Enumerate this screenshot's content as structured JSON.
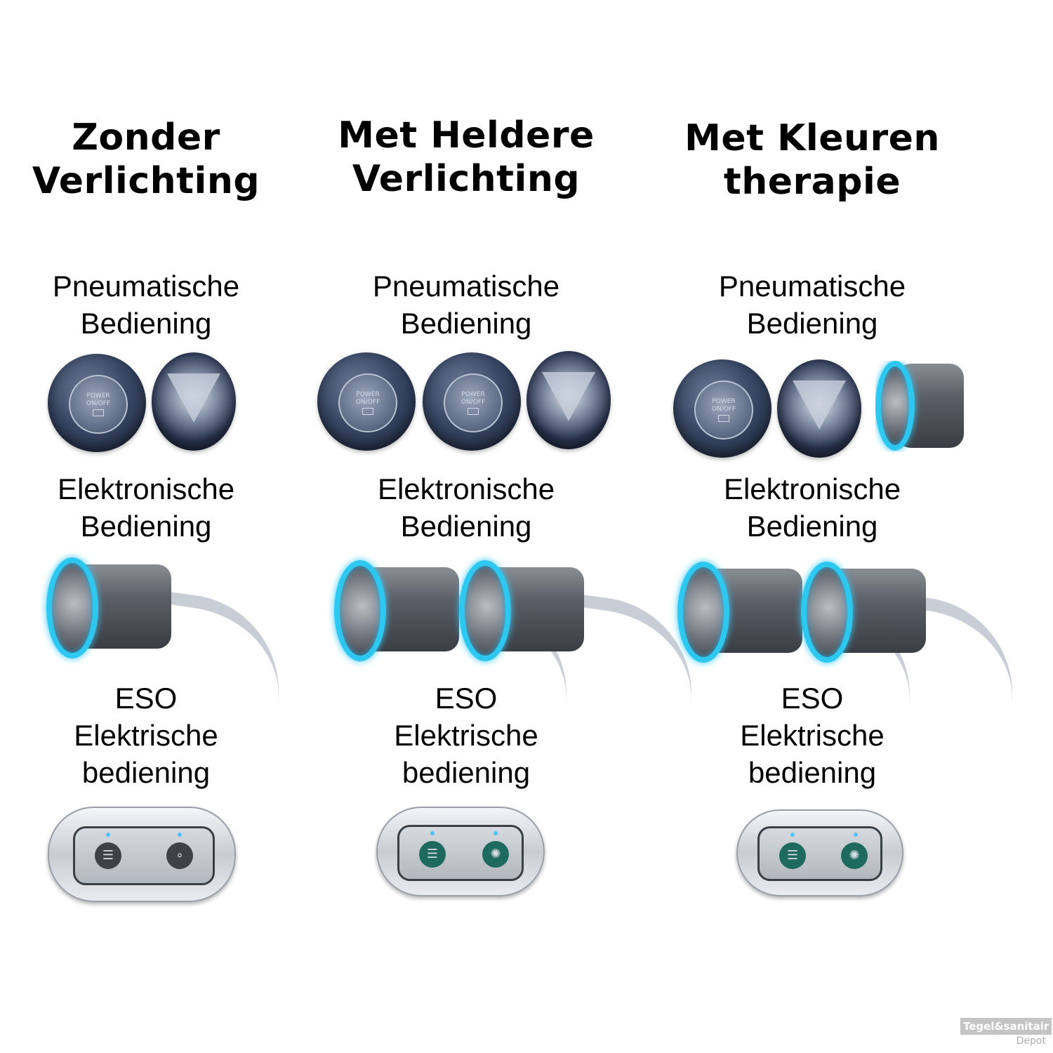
{
  "columns": [
    {
      "heading": [
        "Zonder",
        "Verlichting"
      ],
      "pneumatic_label": [
        "Pneumatische",
        "Bediening"
      ],
      "electronic_label": [
        "Elektronische",
        "Bediening"
      ],
      "eso_label": [
        "ESO",
        "Elektrische",
        "bediening"
      ]
    },
    {
      "heading": [
        "Met Heldere",
        "Verlichting"
      ],
      "pneumatic_label": [
        "Pneumatische",
        "Bediening"
      ],
      "electronic_label": [
        "Elektronische",
        "Bediening"
      ],
      "eso_label": [
        "ESO",
        "Elektrische",
        "bediening"
      ]
    },
    {
      "heading": [
        "Met Kleuren",
        "therapie"
      ],
      "pneumatic_label": [
        "Pneumatische",
        "Bediening"
      ],
      "electronic_label": [
        "Elektronische",
        "Bediening"
      ],
      "eso_label": [
        "ESO",
        "Elektrische",
        "bediening"
      ]
    }
  ],
  "button_text": {
    "line1": "POWER",
    "line2": "ON/OFF"
  },
  "colors": {
    "led_ring": "#2ec7f0",
    "eso_green_button": "#1f6a5e",
    "eso_grey_button": "#3c4248"
  },
  "icons": {
    "eso_left": "shower-jets-icon",
    "eso_right_col1": "air-bubbles-icon",
    "eso_right_col23": "light-bulb-icon"
  },
  "watermark": {
    "line1": "Tegel&sanitair",
    "line2": "Depot"
  }
}
